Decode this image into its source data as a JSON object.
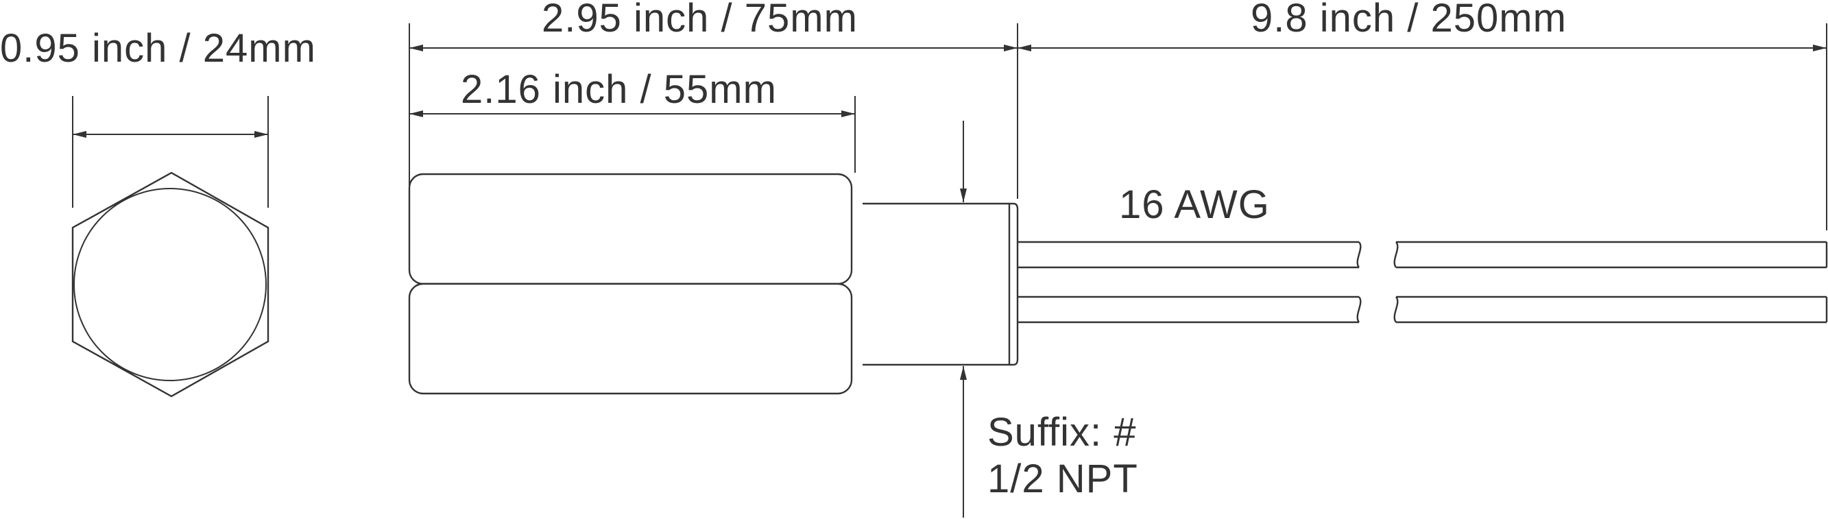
{
  "dimensions": {
    "hex_width": "0.95 inch / 24mm",
    "overall_length": "2.95 inch / 75mm",
    "hex_length": "2.16 inch / 55mm",
    "lead_length": "9.8 inch / 250mm"
  },
  "labels": {
    "wire_gauge": "16 AWG",
    "suffix": "Suffix: #",
    "thread": "1/2 NPT"
  },
  "colors": {
    "line": "#333333",
    "background": "#ffffff"
  }
}
